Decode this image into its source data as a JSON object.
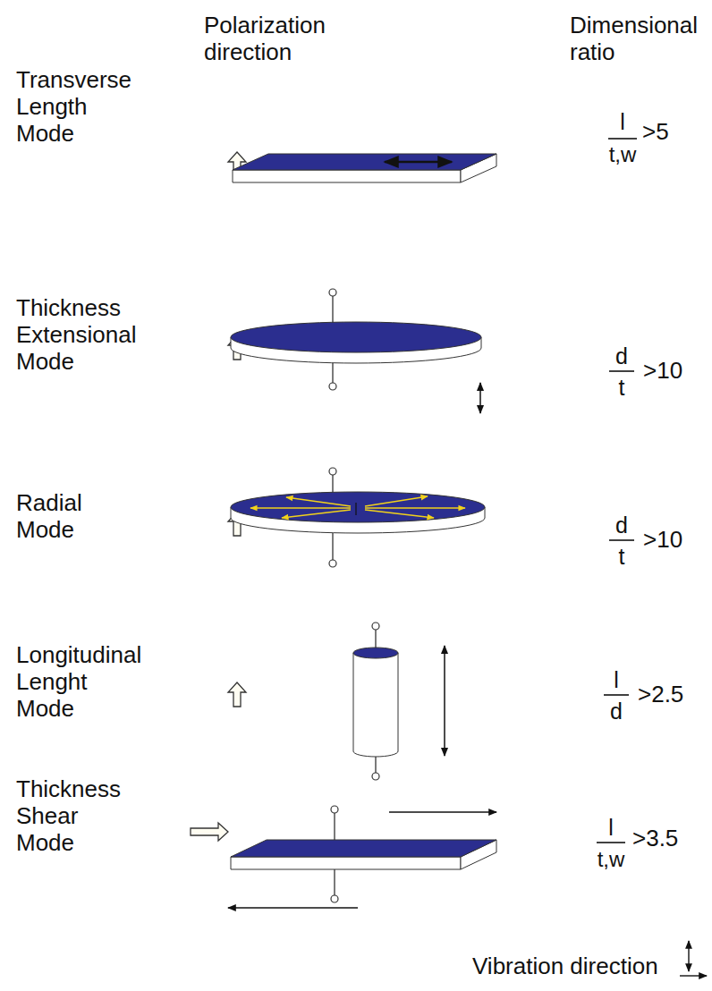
{
  "diagram": {
    "labels": [
      "Polarization direction",
      "Dimensional ratio",
      "Transverse Length Mode",
      "l",
      "t,w",
      ">5",
      "Thickness Extensional Mode",
      "d",
      "t",
      ">10",
      "Radial Mode",
      "d",
      "t",
      ">10",
      "Longitudinal Lenght Mode",
      "l",
      "d",
      ">2.5",
      "Thickness Shear Mode",
      "l",
      "t,w",
      ">3.5",
      "Vibration direction"
    ]
  }
}
